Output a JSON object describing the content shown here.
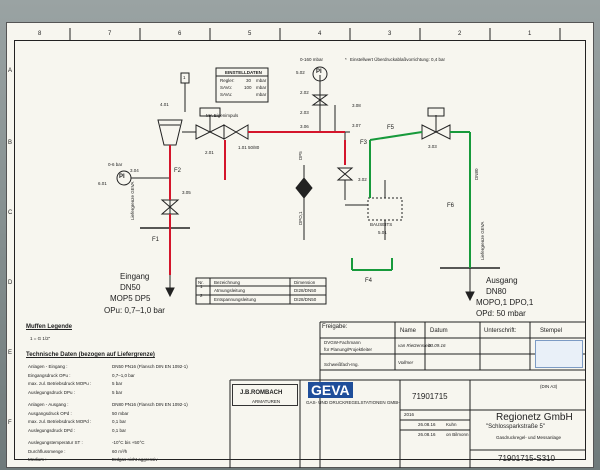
{
  "grid": {
    "top_numbers": [
      "8",
      "7",
      "6",
      "5",
      "4",
      "3",
      "2",
      "1"
    ],
    "side_letters": [
      "A",
      "B",
      "C",
      "D",
      "E",
      "F"
    ]
  },
  "settings_box": {
    "title": "EINSTELLDATEN",
    "rows": [
      {
        "label": "Regler:",
        "value": "30",
        "unit": "mbar"
      },
      {
        "label": "SAVo:",
        "value": "100",
        "unit": "mbar"
      },
      {
        "label": "SAVu:",
        "value": "",
        "unit": "mbar"
      }
    ]
  },
  "gauge_top": {
    "range": "0-160 mbar",
    "star": "*",
    "note": "Einstellwert Überdruckablaßvorrichtung: 0,4 bar",
    "tag": "5.02"
  },
  "gauge_left": {
    "range": "0-6 bar",
    "tag": "6.01"
  },
  "tags": [
    "4.01",
    "1",
    "2.01",
    "1.01 50/80",
    "MA Eigenimpuls",
    "2.02",
    "2.03",
    "3.06",
    "3.08",
    "3.07",
    "F3",
    "3.02",
    "F5",
    "3.03",
    "F6",
    "F2",
    "3.04",
    "3.05",
    "F1",
    "F4",
    "1",
    "2",
    "DP5",
    "DPO,1",
    "BAUSEITS",
    "5.01"
  ],
  "lieferg_left": "Liefergrenze GEVA",
  "lieferg_right": "Liefergrenze GEVA",
  "inlet": {
    "title": "Eingang",
    "dn": "DN50",
    "mop": "MOP5 DP5",
    "opu": "OPu: 0,7–1,0 bar"
  },
  "outlet": {
    "title": "Ausgang",
    "dn": "DN80",
    "mop": "MOPO,1 DPO,1",
    "opd": "OPd: 50 mbar"
  },
  "pipe_label": "DN80",
  "legend_table": {
    "headers": [
      "Nr.",
      "Bezeichnung",
      "Dimension"
    ],
    "rows": [
      [
        "1",
        "Atmungsleitung",
        "DI28/DN50"
      ],
      [
        "2",
        "Entspannungsleitung",
        "DI28/DN50"
      ]
    ]
  },
  "muffen": {
    "title": "Muffen Legende",
    "row": "1 = G 1/2\""
  },
  "tech": {
    "title": "Technische Daten (bezogen auf Liefergrenze)",
    "rows": [
      [
        "Anlagen - Eingang :",
        "DN50 PN16 (Flansch DIN EN 1092-1)"
      ],
      [
        "Eingangsdruck OPu :",
        "0,7–1,0 bar"
      ],
      [
        "max. zul. Betriebsdruck MOPu :",
        "5 bar"
      ],
      [
        "Auslegungsdruck DPu :",
        "5 bar"
      ],
      [
        "Anlagen - Ausgang :",
        "DN80 PN16 (Flansch DIN EN 1092-1)"
      ],
      [
        "Ausgangsdruck OPd :",
        "50 mbar"
      ],
      [
        "max. zul. Betriebsdruck MOPd :",
        "0,1 bar"
      ],
      [
        "Auslegungsdruck DPd :",
        "0,1 bar"
      ],
      [
        "Auslegungstemperatur ST :",
        "-10°C bis +50°C"
      ],
      [
        "Durchflussmenge :",
        "60 m³/h"
      ],
      [
        "Medium :",
        "Erdgas nicht aggressiv"
      ]
    ]
  },
  "approval": {
    "freigabe": "Freigabe:",
    "name": "Name",
    "datum": "Datum",
    "unterschrift": "Unterschrift:",
    "stempel": "Stempel",
    "dvgw": "DVGW-Fachmann",
    "planung": "für Planung/Projektleiter",
    "schweiss": "Schweißfach-Ing.",
    "sign_name": "van Rietzenstein",
    "sign_date": "03.09.16",
    "sign_name2": "Vollmer"
  },
  "company_left": {
    "name": "J.B.ROMBACH",
    "sub": "ARMATUREN"
  },
  "geva": {
    "logo": "GEVA",
    "sub": "GAS- UND DRUCKREGELSTATIONEN GMBH"
  },
  "drawing": {
    "number": "71901715",
    "format": "(DIN A3)"
  },
  "client": {
    "name": "Regionetz GmbH",
    "addr": "\"Schlossparkstraße 5\"",
    "sub": "Gasdruckregel- und Messanlage"
  },
  "revision": {
    "year": "2016",
    "row1": "26.08.16",
    "by1": "Kuhn",
    "row2": "26.08.16",
    "by2": "on Bilmonn"
  },
  "title_number": "71901715-S310"
}
